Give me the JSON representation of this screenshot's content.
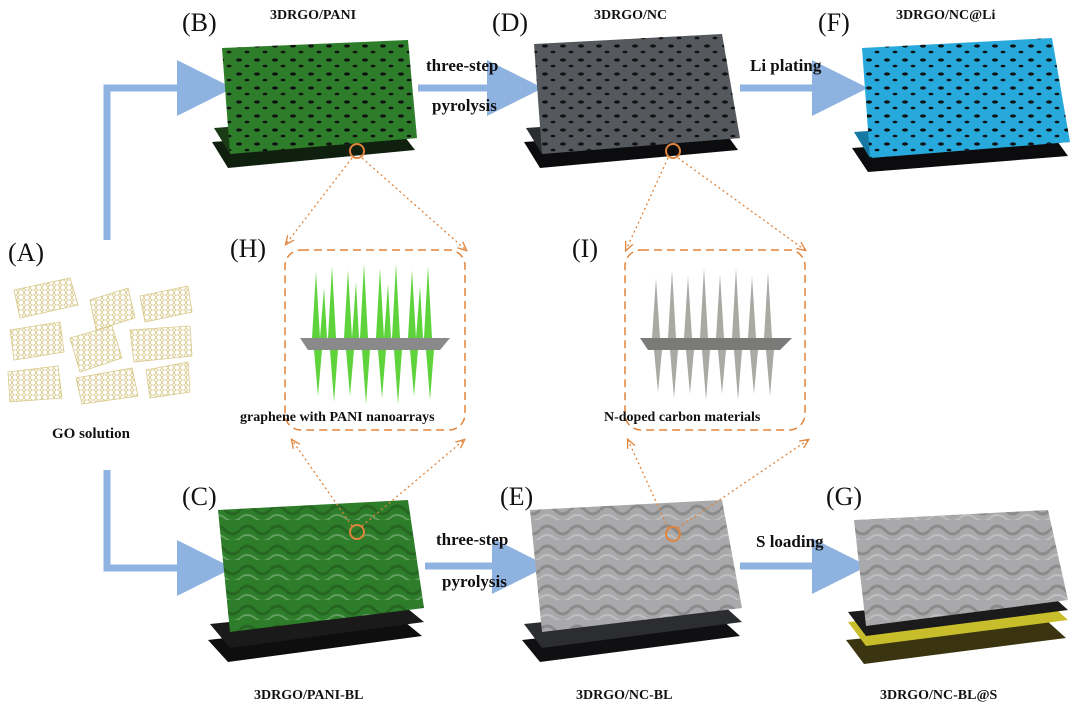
{
  "panels": {
    "a": "(A)",
    "b": "(B)",
    "c": "(C)",
    "d": "(D)",
    "e": "(E)",
    "f": "(F)",
    "g": "(G)",
    "h": "(H)",
    "i": "(I)"
  },
  "captions": {
    "go_solution": "GO solution",
    "rgo_pani": "3DRGO/PANI",
    "rgo_nc": "3DRGO/NC",
    "rgo_nc_li": "3DRGO/NC@Li",
    "rgo_pani_bl": "3DRGO/PANI-BL",
    "rgo_nc_bl": "3DRGO/NC-BL",
    "rgo_nc_bl_s": "3DRGO/NC-BL@S",
    "graphene_pani": "graphene with PANI nanoarrays",
    "n_doped": "N-doped carbon materials"
  },
  "steps": {
    "top_pyrolysis_1": "three-step",
    "top_pyrolysis_2": "pyrolysis",
    "li_plating": "Li plating",
    "bottom_pyrolysis_1": "three-step",
    "bottom_pyrolysis_2": "pyrolysis",
    "s_loading": "S loading"
  },
  "colors": {
    "arrow": "#8fb3e0",
    "dotted": "#e0843c",
    "pani_green": "#2e7d2a",
    "nc_gray": "#55595e",
    "li_blue": "#27a9dc",
    "bl_gray": "#a9a9ab",
    "sulfur": "#c8bd2a"
  }
}
